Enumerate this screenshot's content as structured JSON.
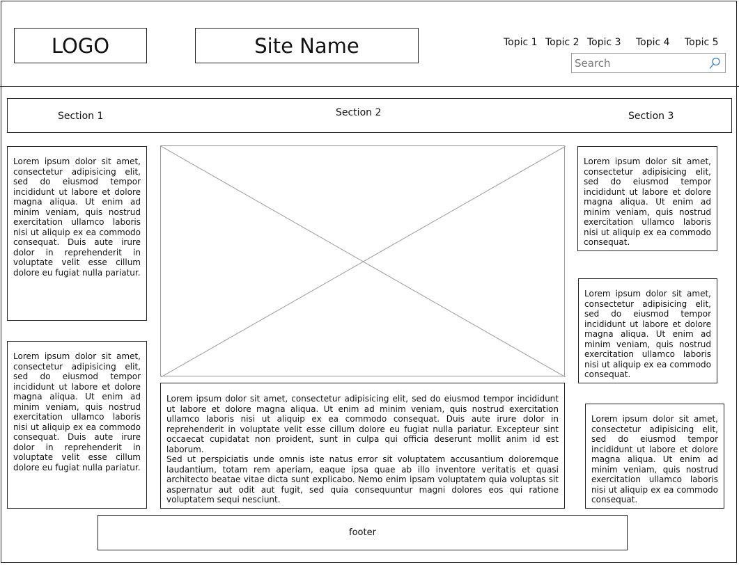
{
  "header": {
    "logo": "LOGO",
    "site_name": "Site Name",
    "topics": [
      "Topic 1",
      "Topic 2",
      "Topic 3",
      "Topic 4",
      "Topic 5"
    ],
    "search": {
      "placeholder": "Search",
      "icon": "search-icon"
    }
  },
  "sections": [
    "Section 1",
    "Section 2",
    "Section 3"
  ],
  "left_column": {
    "box1": "Lorem ipsum dolor sit amet, consectetur adipisicing elit, sed do eiusmod tempor incididunt ut labore et dolore magna aliqua. Ut enim ad minim veniam, quis nostrud exercitation ullamco laboris nisi ut aliquip ex ea commodo consequat. Duis aute irure dolor in reprehenderit in voluptate velit esse cillum dolore eu fugiat nulla pariatur.",
    "box2": "Lorem ipsum dolor sit amet, consectetur adipisicing elit, sed do eiusmod tempor incididunt ut labore et dolore magna aliqua. Ut enim ad minim veniam, quis nostrud exercitation ullamco laboris nisi ut aliquip ex ea commodo consequat. Duis aute irure dolor in reprehenderit in voluptate velit esse cillum dolore eu fugiat nulla pariatur."
  },
  "main": {
    "paragraph1": "Lorem ipsum dolor sit amet, consectetur adipisicing elit, sed do eiusmod tempor incididunt ut labore et dolore magna aliqua. Ut enim ad minim veniam, quis nostrud exercitation ullamco laboris nisi ut aliquip ex ea commodo consequat. Duis aute irure dolor in reprehenderit in voluptate velit esse cillum dolore eu fugiat nulla pariatur. Excepteur sint occaecat cupidatat non proident, sunt in culpa qui officia deserunt mollit anim id est laborum.",
    "paragraph2": "Sed ut perspiciatis unde omnis iste natus error sit voluptatem accusantium doloremque laudantium, totam rem aperiam, eaque ipsa quae ab illo inventore veritatis et quasi architecto beatae vitae dicta sunt explicabo. Nemo enim ipsam voluptatem quia voluptas sit aspernatur aut odit aut fugit, sed quia consequuntur magni dolores eos qui ratione voluptatem sequi nesciunt."
  },
  "right_column": {
    "box1": "Lorem ipsum dolor sit amet, consectetur adipisicing elit, sed do eiusmod tempor incididunt ut labore et dolore magna aliqua. Ut enim ad minim veniam, quis nostrud exercitation ullamco laboris nisi ut aliquip ex ea commodo consequat.",
    "box2": "Lorem ipsum dolor sit amet, consectetur adipisicing elit, sed do eiusmod tempor incididunt ut labore et dolore magna aliqua. Ut enim ad minim veniam, quis nostrud exercitation ullamco laboris nisi ut aliquip ex ea commodo consequat.",
    "box3": "Lorem ipsum dolor sit amet, consectetur adipisicing elit, sed do eiusmod tempor incididunt ut labore et dolore magna aliqua. Ut enim ad minim veniam, quis nostrud exercitation ullamco laboris nisi ut aliquip ex ea commodo consequat."
  },
  "footer": {
    "label": "footer"
  },
  "colors": {
    "line": "#222222",
    "placeholder_line": "#999999"
  }
}
